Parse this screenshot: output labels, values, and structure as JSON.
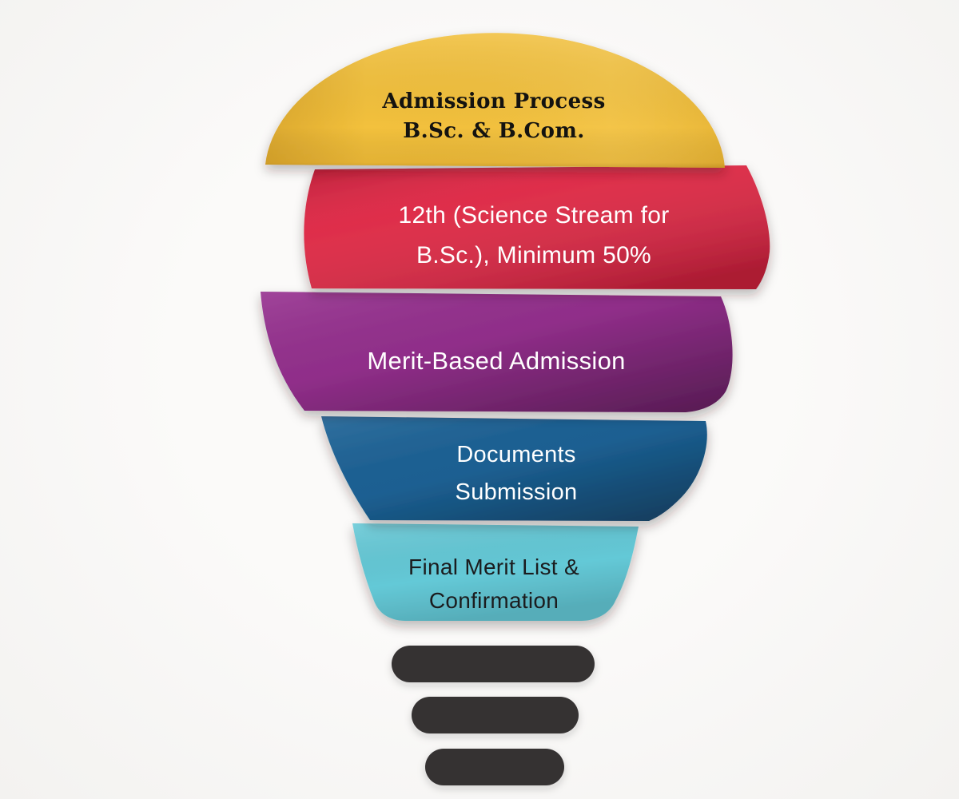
{
  "background_color": "#F6F5F3",
  "bulb": {
    "dome": {
      "title_line1": "Admission Process",
      "title_line2": "B.Sc. & B.Com.",
      "color": "#F3C13C",
      "text_color": "#141310"
    },
    "steps": [
      {
        "line1": "12th (Science Stream for",
        "line2": "B.Sc.), Minimum 50%",
        "color": "#DD2341",
        "text_color": "#FFFFFF"
      },
      {
        "line1": "Merit-Based Admission",
        "line2": "",
        "color": "#96308F",
        "text_color": "#FFFFFF"
      },
      {
        "line1": "Documents",
        "line2": "Submission",
        "color": "#1C6296",
        "text_color": "#FFFFFF"
      },
      {
        "line1": "Final Merit List &",
        "line2": "Confirmation",
        "color": "#64C9D7",
        "text_color": "#1B1C1E"
      }
    ],
    "base": {
      "color": "#343132",
      "bar_count": "3"
    }
  }
}
